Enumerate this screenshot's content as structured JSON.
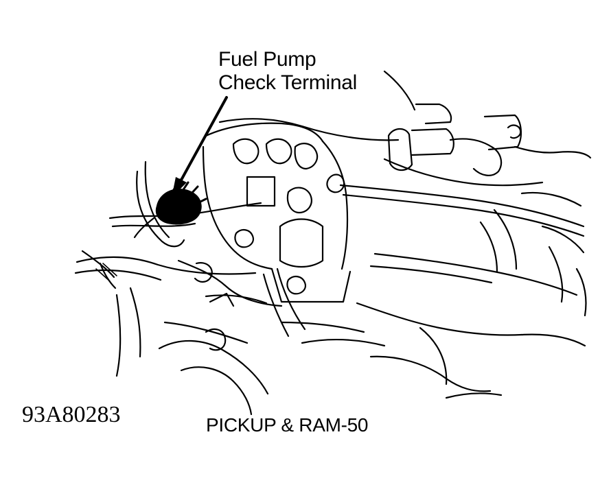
{
  "diagram": {
    "callout": {
      "lines": [
        "Fuel Pump",
        "Check Terminal"
      ]
    },
    "figure_id": "93A80283",
    "caption": "PICKUP & RAM-50",
    "colors": {
      "ink": "#000000",
      "paper": "#ffffff"
    }
  }
}
